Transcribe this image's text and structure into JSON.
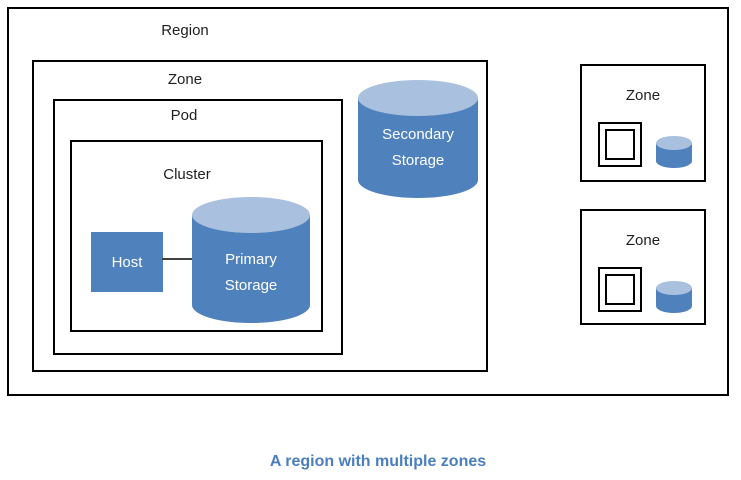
{
  "diagram": {
    "region": {
      "label": "Region"
    },
    "zone": {
      "label": "Zone"
    },
    "pod": {
      "label": "Pod"
    },
    "cluster": {
      "label": "Cluster"
    },
    "host": {
      "label": "Host"
    },
    "primary_storage": {
      "line1": "Primary",
      "line2": "Storage"
    },
    "secondary_storage": {
      "line1": "Secondary",
      "line2": "Storage"
    },
    "right_zones": [
      {
        "label": "Zone"
      },
      {
        "label": "Zone"
      }
    ],
    "caption": "A region with multiple zones",
    "colors": {
      "cylinder_body": "#4f81bd",
      "cylinder_top": "#a9c0de",
      "host_fill": "#4f81bd",
      "caption_text": "#4a7ebe",
      "box_border": "#000000",
      "label_text": "#1f1f1f"
    },
    "icons": {
      "right_zone_pod": "nested-squares-icon",
      "right_zone_storage": "storage-cylinder-icon"
    }
  }
}
